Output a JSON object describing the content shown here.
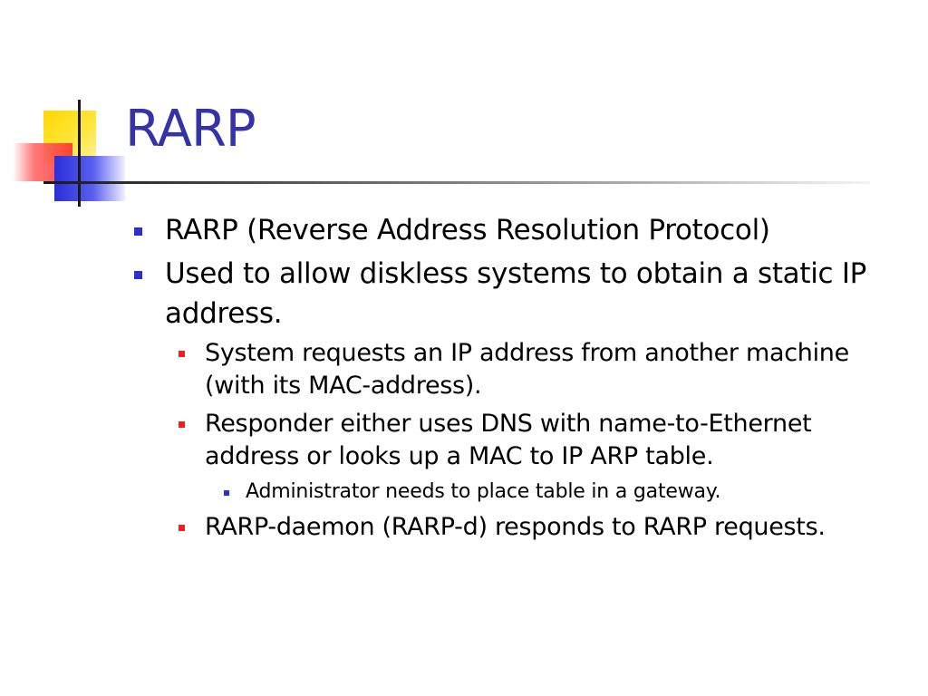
{
  "slide": {
    "title": "RARP",
    "bullets": [
      {
        "level": 1,
        "text": "RARP (Reverse Address Resolution Protocol)"
      },
      {
        "level": 1,
        "text": "Used to allow diskless systems to obtain a static IP address."
      },
      {
        "level": 2,
        "text": "System requests an IP address from another machine (with its MAC-address)."
      },
      {
        "level": 2,
        "text": "Responder either uses DNS with name-to-Ethernet address or looks up a MAC to IP ARP table."
      },
      {
        "level": 3,
        "text": "Administrator needs to place table in a gateway."
      },
      {
        "level": 2,
        "text": "RARP-daemon (RARP-d) responds to RARP requests."
      }
    ]
  },
  "colors": {
    "title": "#3434a8",
    "bullet_level1": "#2a2fd8",
    "bullet_level2": "#ff1a1a",
    "bullet_level3": "#2a2fd8",
    "accent_yellow": "#ffd800",
    "accent_red": "#ff3030",
    "accent_blue": "#2a2fd8"
  }
}
